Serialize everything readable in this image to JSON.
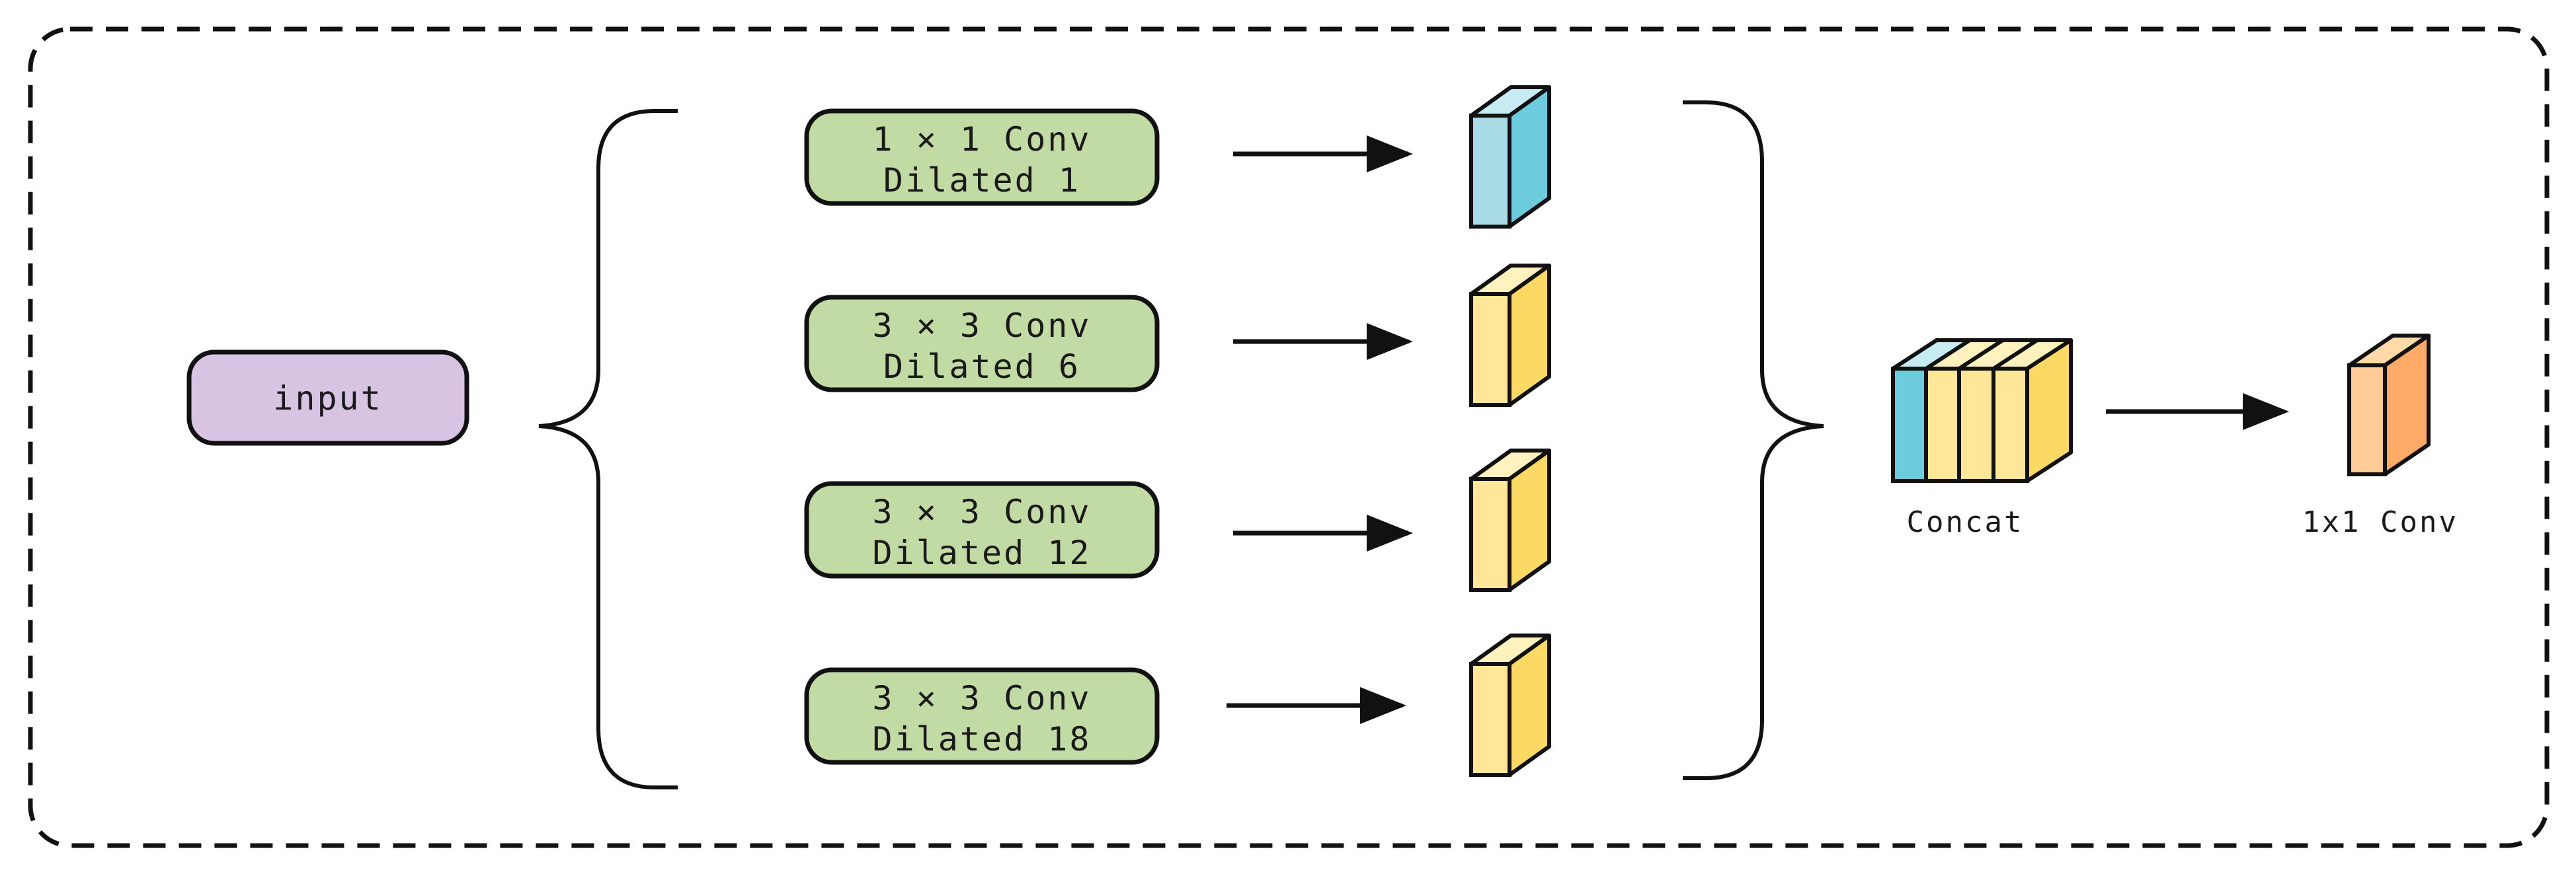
{
  "input_label": "input",
  "branches": [
    {
      "line1": "1 × 1 Conv",
      "line2": "Dilated 1",
      "color": "#6ccbdc"
    },
    {
      "line1": "3 × 3 Conv",
      "line2": "Dilated 6",
      "color": "#fcd864"
    },
    {
      "line1": "3 × 3 Conv",
      "line2": "Dilated 12",
      "color": "#fcd864"
    },
    {
      "line1": "3 × 3 Conv",
      "line2": "Dilated 18",
      "color": "#fcd864"
    }
  ],
  "concat_label": "Concat",
  "output_label": "1x1 Conv",
  "colors": {
    "input_fill": "#d7c4e2",
    "conv_box_fill": "#c2dba4",
    "output_fill": "#ffaa66",
    "stroke": "#111111"
  }
}
